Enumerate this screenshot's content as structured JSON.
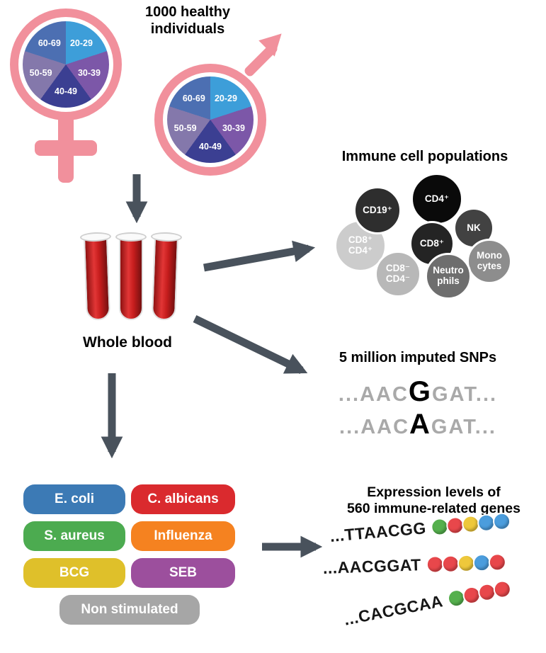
{
  "header": {
    "title": "1000 healthy\nindividuals"
  },
  "demographics": {
    "age_groups": [
      "20-29",
      "30-39",
      "40-49",
      "50-59",
      "60-69"
    ],
    "slice_colors": [
      "#3d9ed9",
      "#7c57a8",
      "#3b3f92",
      "#8478ab",
      "#4c6fb2"
    ],
    "symbol_color": "#f1909c"
  },
  "blood": {
    "label": "Whole blood"
  },
  "immune": {
    "title": "Immune cell populations",
    "cells": [
      {
        "label": "CD19⁺",
        "color": "#2e2e2e"
      },
      {
        "label": "CD4⁺",
        "color": "#0a0a0a"
      },
      {
        "label": "NK",
        "color": "#424242"
      },
      {
        "label": "CD8⁺",
        "color": "#242424"
      },
      {
        "label": "CD8⁺\nCD4⁺",
        "color": "#cccccc"
      },
      {
        "label": "CD8⁻\nCD4⁻",
        "color": "#b8b8b8"
      },
      {
        "label": "Neutro\nphils",
        "color": "#6e6e6e"
      },
      {
        "label": "Mono\ncytes",
        "color": "#8d8d8d"
      }
    ]
  },
  "snps": {
    "title": "5 million imputed SNPs",
    "rows": [
      {
        "pre": "...AAC",
        "variant": "G",
        "post": "GAT..."
      },
      {
        "pre": "...AAC",
        "variant": "A",
        "post": "GAT..."
      }
    ]
  },
  "stimulations": [
    {
      "label": "E. coli",
      "color": "#3c7ab5"
    },
    {
      "label": "C. albicans",
      "color": "#da2a2e"
    },
    {
      "label": "S. aureus",
      "color": "#4cab50"
    },
    {
      "label": "Influenza",
      "color": "#f58220"
    },
    {
      "label": "BCG",
      "color": "#dfc02a"
    },
    {
      "label": "SEB",
      "color": "#9c4f9d"
    },
    {
      "label": "Non stimulated",
      "color": "#a6a6a6"
    }
  ],
  "expression": {
    "title": "Expression levels of\n560 immune-related genes",
    "sequences": [
      {
        "text": "...TTAACGG",
        "beads": [
          "#55b04d",
          "#e8474b",
          "#eec83b",
          "#4b9ddd",
          "#4b9ddd"
        ]
      },
      {
        "text": "...AACGGAT",
        "beads": [
          "#e8474b",
          "#e8474b",
          "#eec83b",
          "#4b9ddd",
          "#e8474b"
        ]
      },
      {
        "text": "...CACGCAA",
        "beads": [
          "#55b04d",
          "#e8474b",
          "#e8474b",
          "#e8474b"
        ]
      }
    ]
  },
  "colors": {
    "arrow": "#49525c"
  }
}
